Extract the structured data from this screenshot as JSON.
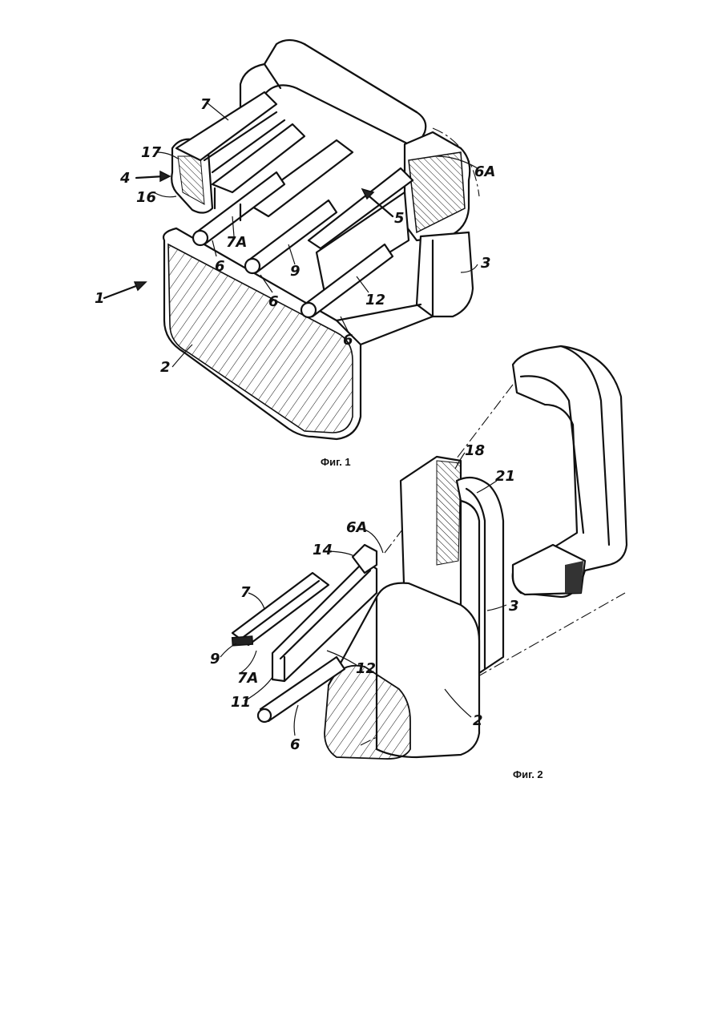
{
  "figures": [
    {
      "caption": "Фиг. 1",
      "labels": [
        "1",
        "2",
        "3",
        "4",
        "5",
        "6",
        "6",
        "6",
        "6A",
        "7",
        "7A",
        "9",
        "12",
        "16",
        "17"
      ]
    },
    {
      "caption": "Фиг. 2",
      "labels": [
        "2",
        "3",
        "6",
        "6A",
        "7",
        "7A",
        "9",
        "11",
        "12",
        "14",
        "18",
        "21"
      ]
    }
  ],
  "colors": {
    "ink": "#111111",
    "paper": "#ffffff"
  }
}
